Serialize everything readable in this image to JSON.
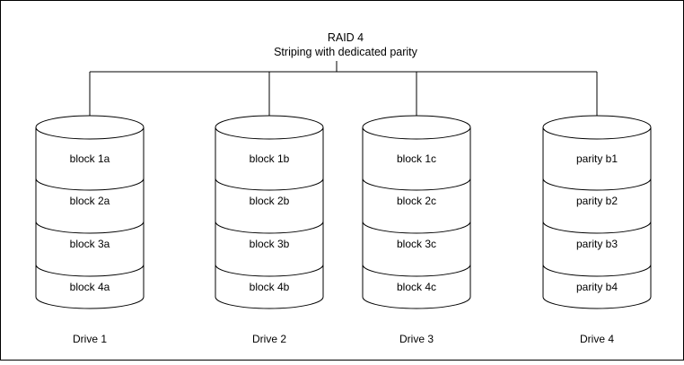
{
  "title": {
    "line1": "RAID 4",
    "line2": "Striping with dedicated parity"
  },
  "drives": [
    {
      "label": "Drive 1",
      "blocks": [
        "block 1a",
        "block 2a",
        "block 3a",
        "block 4a"
      ]
    },
    {
      "label": "Drive 2",
      "blocks": [
        "block 1b",
        "block 2b",
        "block 3b",
        "block 4b"
      ]
    },
    {
      "label": "Drive 3",
      "blocks": [
        "block 1c",
        "block 2c",
        "block 3c",
        "block 4c"
      ]
    },
    {
      "label": "Drive 4",
      "blocks": [
        "parity b1",
        "parity b2",
        "parity b3",
        "parity b4"
      ]
    }
  ],
  "colors": {
    "stroke": "#000000",
    "background": "#ffffff"
  }
}
